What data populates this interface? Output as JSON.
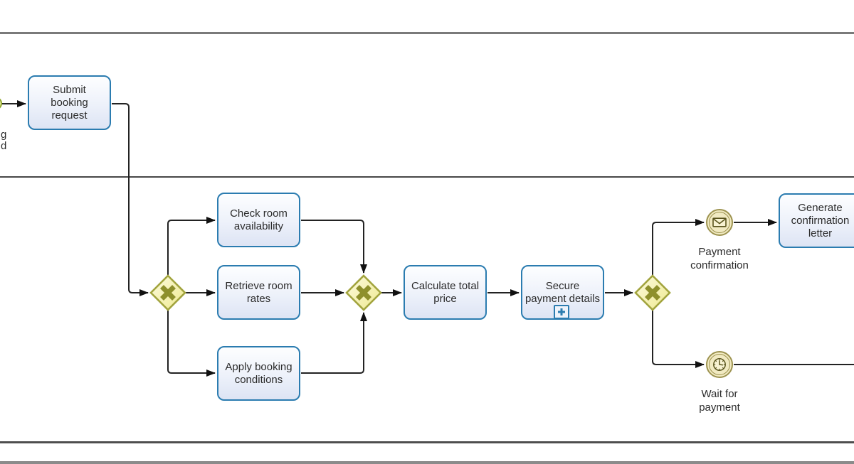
{
  "diagram_type": "BPMN hotel booking process",
  "tasks": {
    "submit": {
      "label": "Submit\nbooking\nrequest"
    },
    "check": {
      "label": "Check room\navailability"
    },
    "retrieve": {
      "label": "Retrieve room\nrates"
    },
    "apply": {
      "label": "Apply booking\nconditions"
    },
    "calculate": {
      "label": "Calculate total\nprice"
    },
    "secure": {
      "label": "Secure\npayment details",
      "marker": "collapsed-subprocess-plus"
    },
    "generate": {
      "label": "Generate\nconfirmation\nletter"
    }
  },
  "events": {
    "payment_confirmation": {
      "label": "Payment\nconfirmation",
      "type": "message-intermediate-catch"
    },
    "wait_for_payment": {
      "label": "Wait for\npayment",
      "type": "timer-intermediate-catch"
    },
    "start_partial": {
      "type": "start-event-clipped-at-left-edge"
    }
  },
  "gateways": [
    {
      "id": "gateway-split-availability",
      "type": "exclusive",
      "symbol": "X"
    },
    {
      "id": "gateway-join-pricing",
      "type": "exclusive",
      "symbol": "X"
    },
    {
      "id": "gateway-split-payment",
      "type": "exclusive",
      "symbol": "X"
    }
  ],
  "clipped_label_fragments": {
    "text": "g\nd"
  },
  "colors": {
    "task_border": "#2b7cb0",
    "task_fill_top": "#fdfeff",
    "task_fill_bottom": "#dde4f4",
    "gateway_border": "#a2a43e",
    "gateway_fill": "#fbf8cf",
    "gateway_symbol": "#8e902c",
    "event_border": "#9d9350",
    "event_fill": "#f1eac2",
    "flow_line": "#222222",
    "lane_line": "#6e6e6e",
    "start_event_border": "#93a832"
  }
}
